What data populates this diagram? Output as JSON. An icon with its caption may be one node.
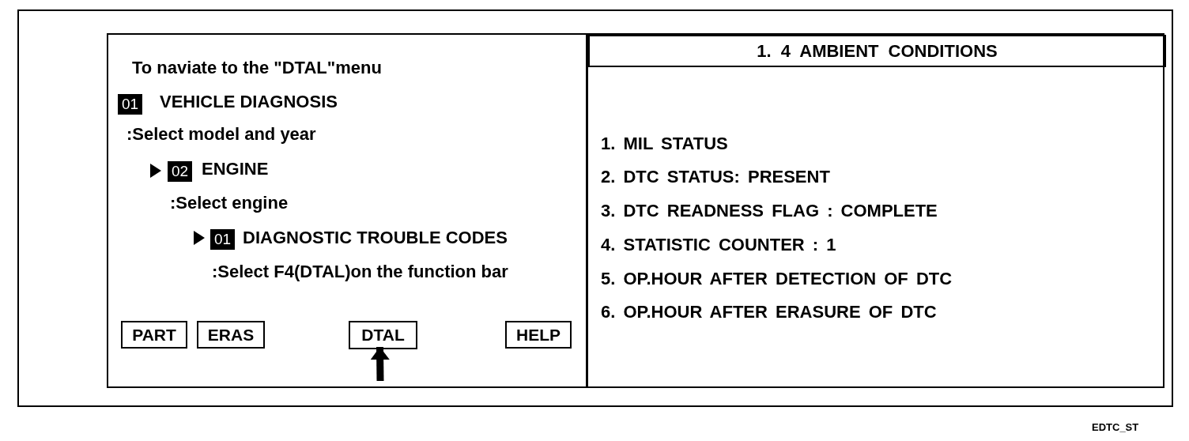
{
  "diagram": {
    "nodes": [
      {
        "text": [],
        "shape": "box"
      },
      {
        "text": [],
        "shape": "box",
        "in": 0
      },
      {
        "text": [
          "01"
        ],
        "in": 1
      },
      {
        "text": [
          "02"
        ],
        "in": 1
      },
      {
        "text": [
          "01"
        ],
        "in": 1
      },
      {
        "text": [
          "PART"
        ],
        "in": 1
      },
      {
        "text": [
          "ERAS"
        ],
        "in": 1
      },
      {
        "text": [
          "DTAL"
        ],
        "in": 1
      },
      {
        "text": [
          "HELP"
        ],
        "in": 1
      },
      {
        "text": [],
        "shape": "box",
        "in": 0
      },
      {
        "text": [
          "1. 4 AMBIENT CONDITIONS"
        ],
        "in": 9
      }
    ],
    "edges": [
      {
        "from": null,
        "to": 7,
        "arrow": "to"
      }
    ],
    "labels": [
      "To naviate to the \"DTAL\"menu",
      "VEHICLE DIAGNOSIS",
      ":Select model and year",
      "ENGINE",
      ":Select engine",
      "DIAGNOSTIC TROUBLE CODES",
      ":Select F4(DTAL)on the function bar",
      "1. MIL STATUS",
      "2. DTC STATUS: PRESENT",
      "3. DTC READNESS FLAG : COMPLETE",
      "4. STATISTIC COUNTER : 1",
      "5. OP.HOUR AFTER DETECTION OF DTC",
      "6. OP.HOUR AFTER ERASURE OF DTC",
      "EDTC_ST"
    ]
  }
}
